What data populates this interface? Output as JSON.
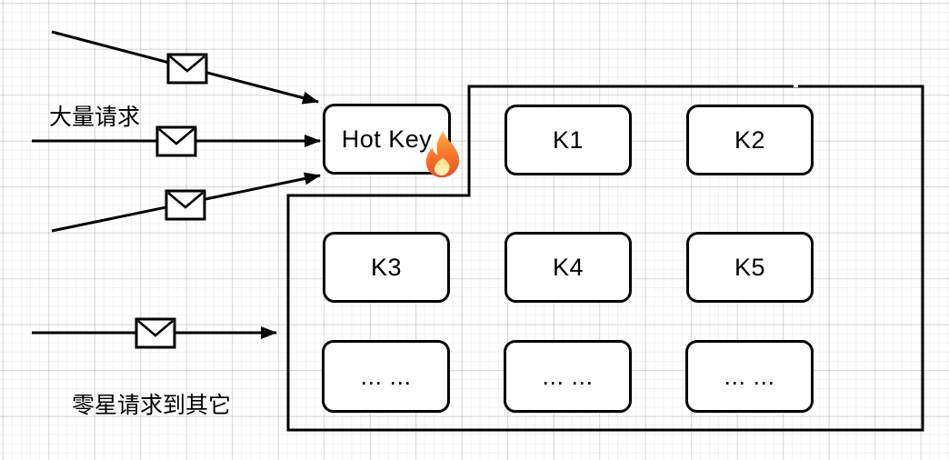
{
  "diagram": {
    "title": "hot key traffic diagram",
    "nodes": {
      "hot_key": {
        "label": "Hot Key",
        "badge": "fire-icon"
      },
      "k1": {
        "label": "K1"
      },
      "k2": {
        "label": "K2"
      },
      "k3": {
        "label": "K3"
      },
      "k4": {
        "label": "K4"
      },
      "k5": {
        "label": "K5"
      },
      "more1": {
        "label": "... ..."
      },
      "more2": {
        "label": "... ..."
      },
      "more3": {
        "label": "... ..."
      }
    },
    "annotations": {
      "mass_requests": "大量请求",
      "sporadic_requests": "零星请求到其它"
    },
    "edges": [
      {
        "name": "request-arrow-1",
        "target": "hot_key",
        "has_envelope": true
      },
      {
        "name": "request-arrow-2",
        "target": "hot_key",
        "has_envelope": true
      },
      {
        "name": "request-arrow-3",
        "target": "hot_key",
        "has_envelope": true
      },
      {
        "name": "request-arrow-4",
        "target": "key_cluster",
        "has_envelope": true
      }
    ],
    "colors": {
      "stroke": "#000000",
      "node_fill": "#ffffff",
      "grid_minor": "#f2f2f2",
      "grid_major": "#e0e0e0",
      "flame_outer_top": "#ffae44",
      "flame_outer_mid": "#f97c2c",
      "flame_outer_bottom": "#ee4c24",
      "flame_inner_top": "#ffdf85",
      "flame_inner_bottom": "#fff3c4"
    }
  }
}
